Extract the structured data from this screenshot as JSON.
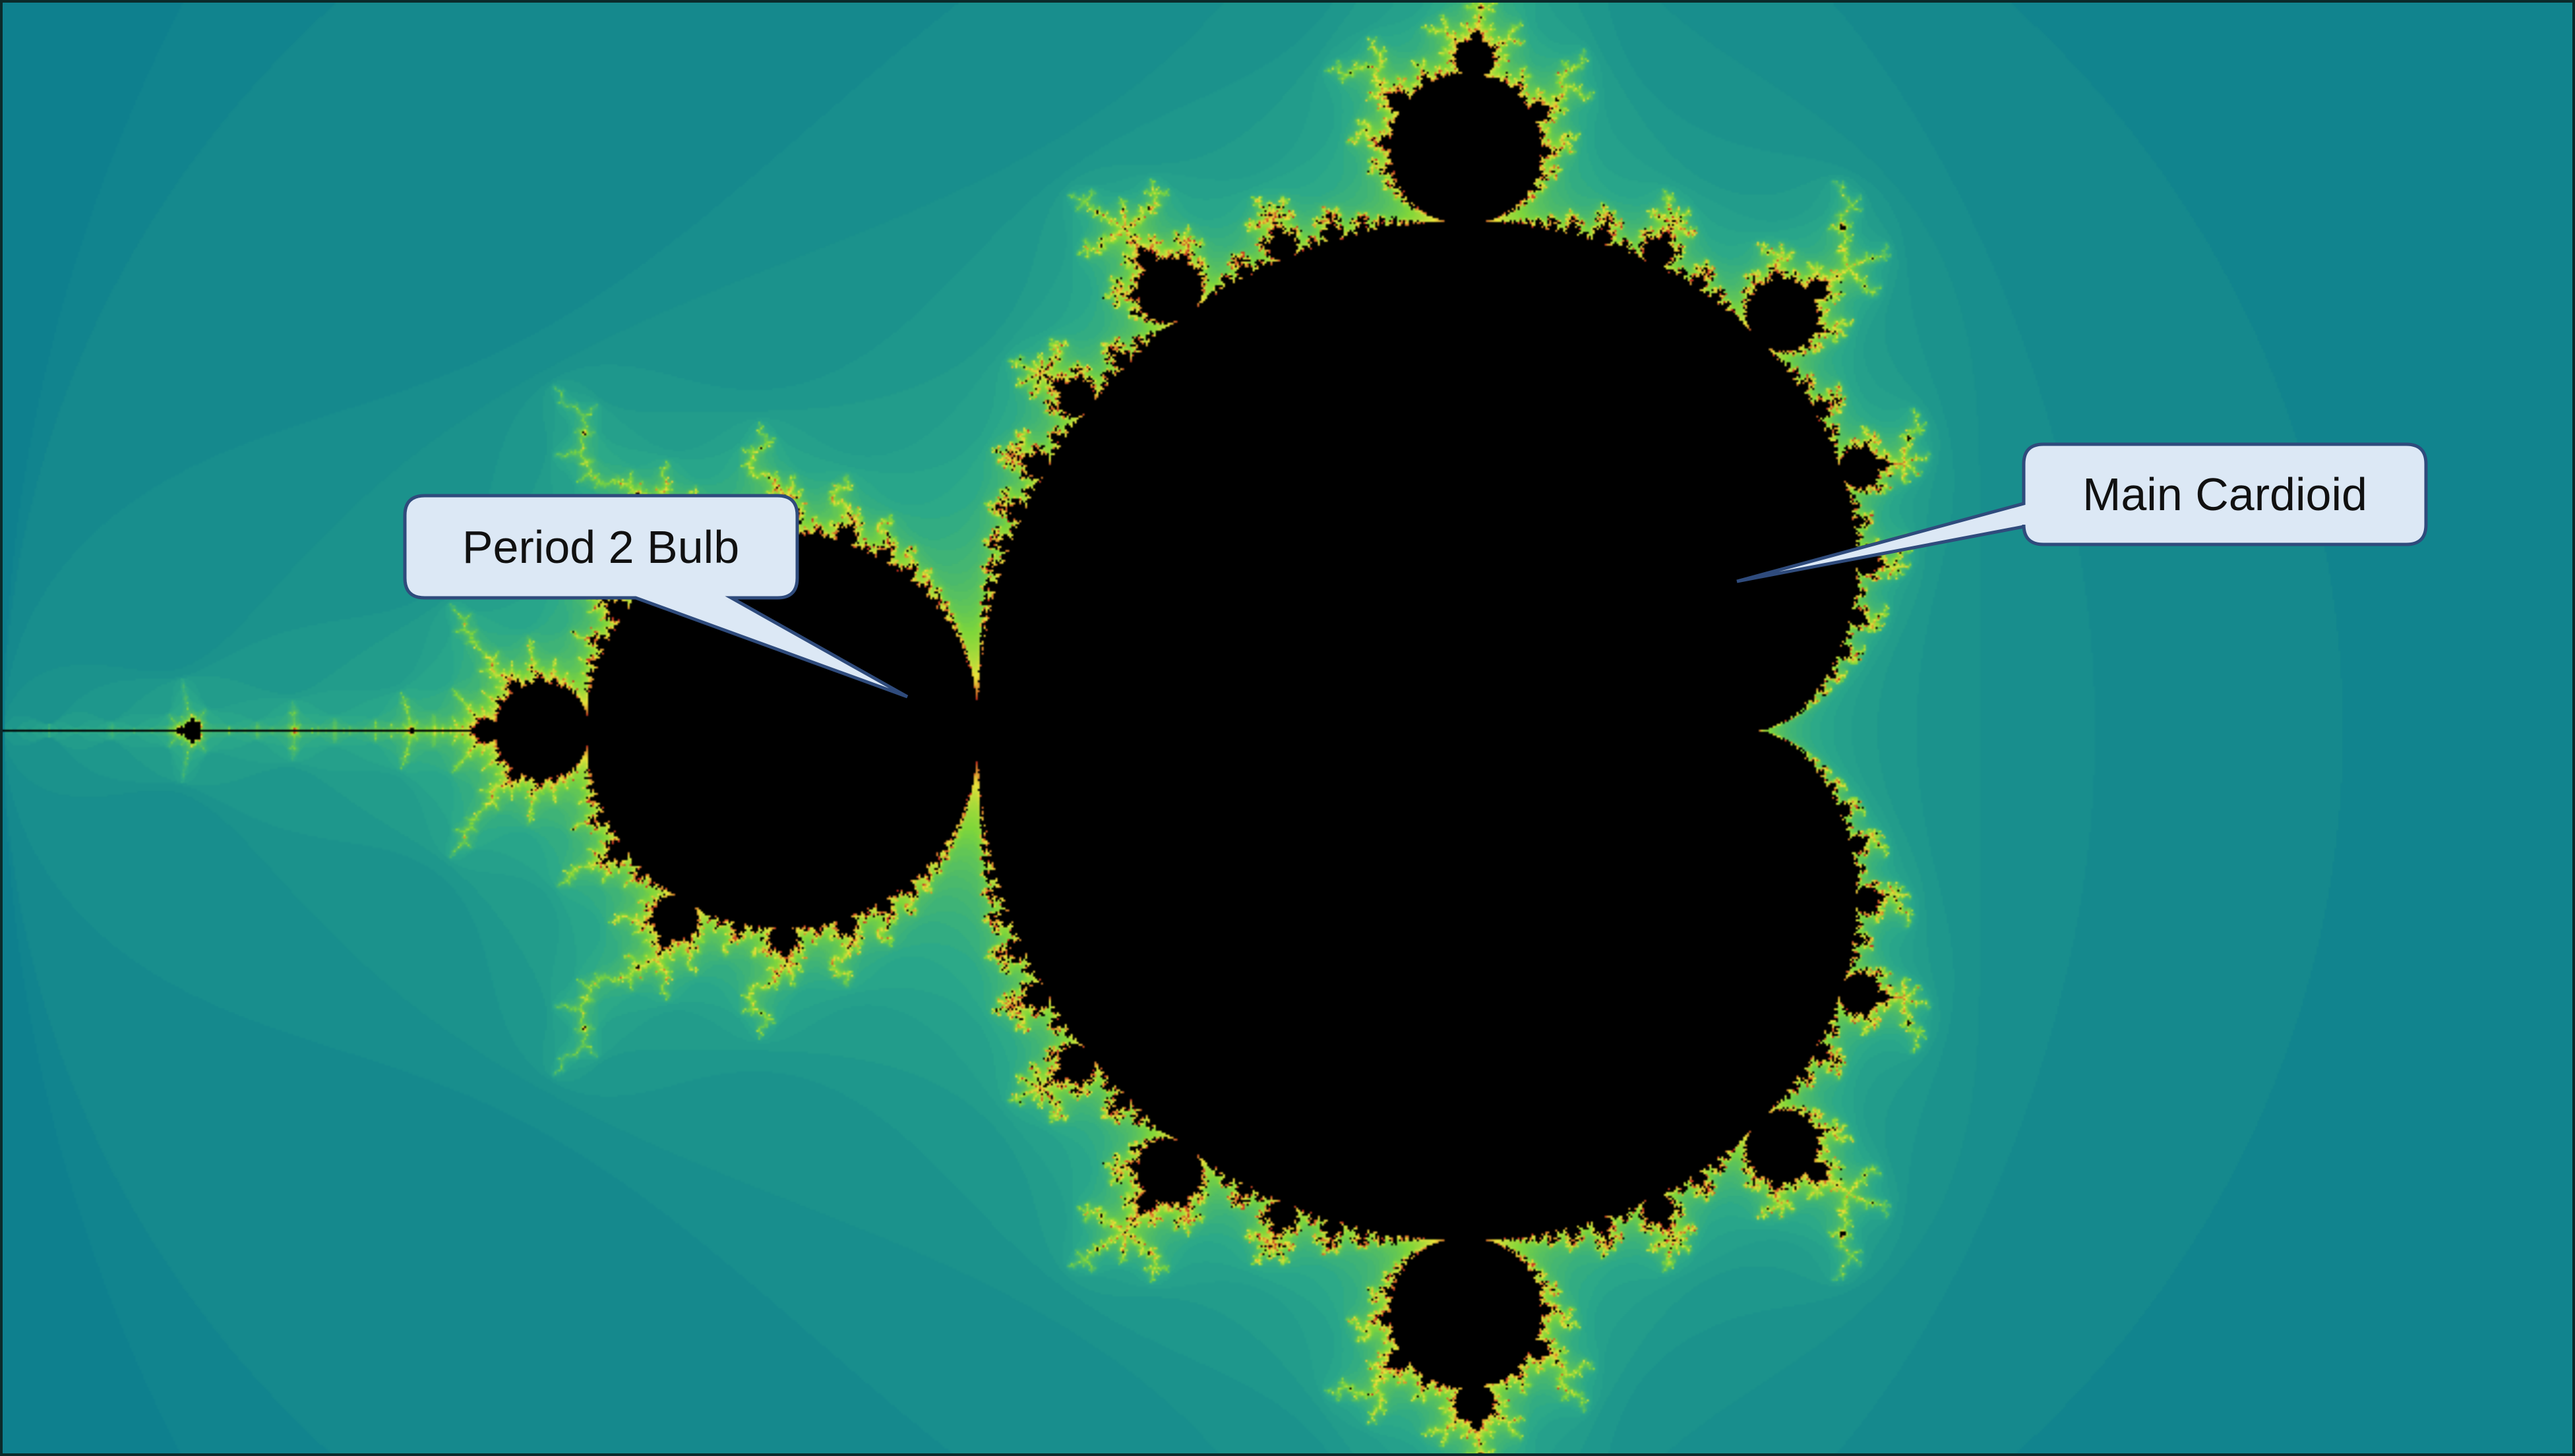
{
  "labels": {
    "period2": "Period 2 Bulb",
    "main": "Main Cardioid"
  },
  "colors": {
    "background_far": "#0b7b8f",
    "background_near": "#2aa88a",
    "halo_green": "#7fd63a",
    "halo_yellow": "#e8e23a",
    "halo_red": "#c2261e",
    "set_interior": "#000000",
    "callout_fill": "#dce8f5",
    "callout_stroke": "#2f4b7c"
  },
  "view": {
    "re_min": -2.0,
    "re_max": 1.3,
    "im_min": -0.93,
    "im_max": 0.93,
    "max_iterations": 80
  }
}
